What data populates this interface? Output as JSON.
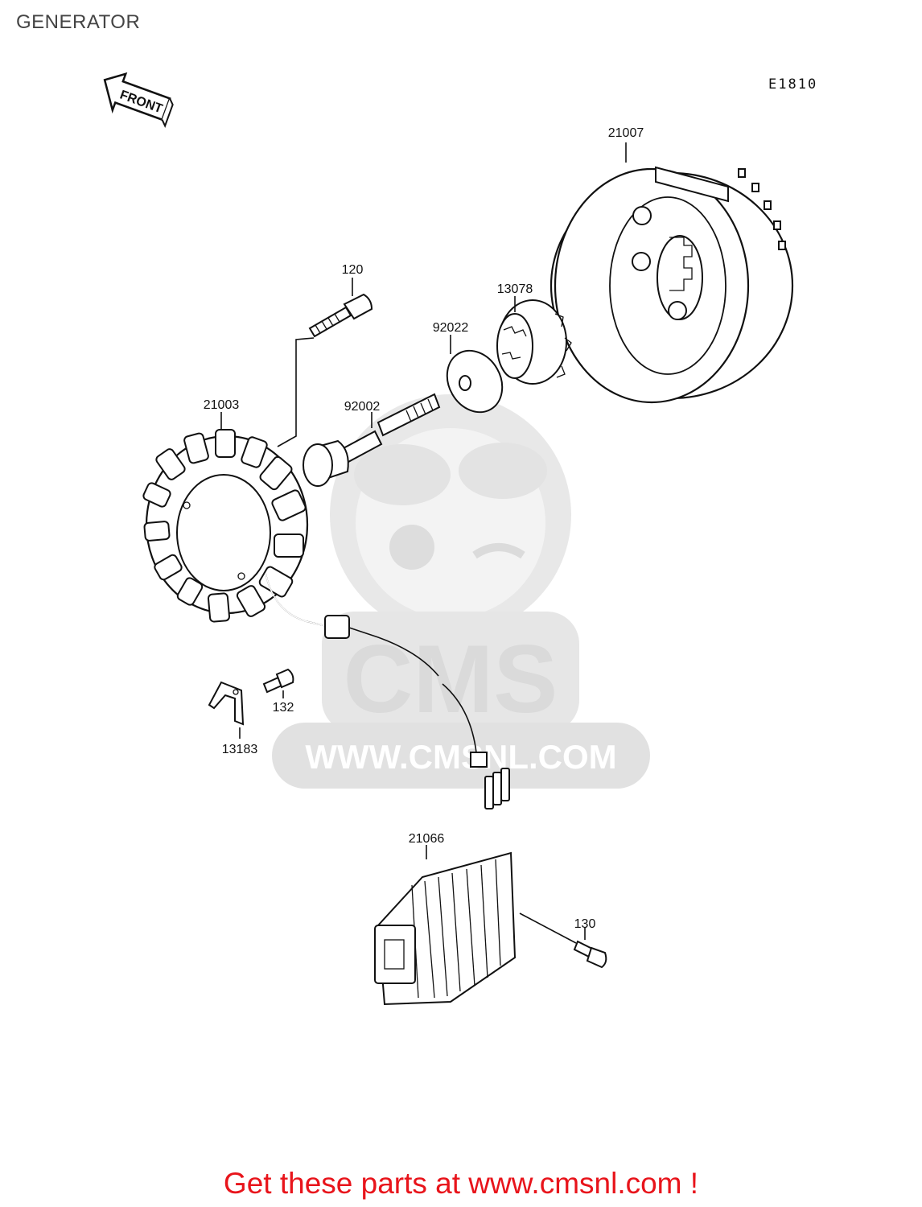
{
  "page": {
    "title": "GENERATOR"
  },
  "diagram": {
    "code": "E1810",
    "direction_badge": "FRONT",
    "parts": [
      {
        "id": "21007"
      },
      {
        "id": "120"
      },
      {
        "id": "13078"
      },
      {
        "id": "92022"
      },
      {
        "id": "21003"
      },
      {
        "id": "92002"
      },
      {
        "id": "132"
      },
      {
        "id": "13183"
      },
      {
        "id": "21066"
      },
      {
        "id": "130"
      }
    ]
  },
  "watermark": {
    "brand": "CMS",
    "url": "WWW.CMSNL.COM"
  },
  "footer": {
    "banner": "Get these parts at www.cmsnl.com !"
  },
  "colors": {
    "banner": "#e8141b",
    "watermark": "#dcdcdc",
    "line": "#111111"
  }
}
